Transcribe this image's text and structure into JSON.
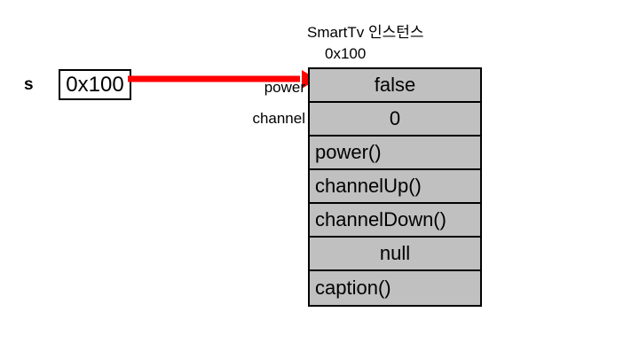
{
  "diagram": {
    "background_color": "#ffffff",
    "variable": {
      "name": "s",
      "value": "0x100"
    },
    "pointer_arrow": {
      "color": "#ff0000",
      "from": "variable-box",
      "to": "object-table"
    },
    "object": {
      "title": "SmartTv 인스턴스",
      "address": "0x100",
      "fill_color": "#c0c0c0",
      "border_color": "#000000",
      "field_labels": [
        {
          "name": "power",
          "label": "power"
        },
        {
          "name": "channel",
          "label": "channel"
        }
      ],
      "rows": [
        {
          "text": "false",
          "align": "center"
        },
        {
          "text": "0",
          "align": "center"
        },
        {
          "text": "power()",
          "align": "left"
        },
        {
          "text": "channelUp()",
          "align": "left"
        },
        {
          "text": "channelDown()",
          "align": "left"
        },
        {
          "text": "null",
          "align": "center"
        },
        {
          "text": "caption()",
          "align": "left"
        }
      ]
    }
  }
}
